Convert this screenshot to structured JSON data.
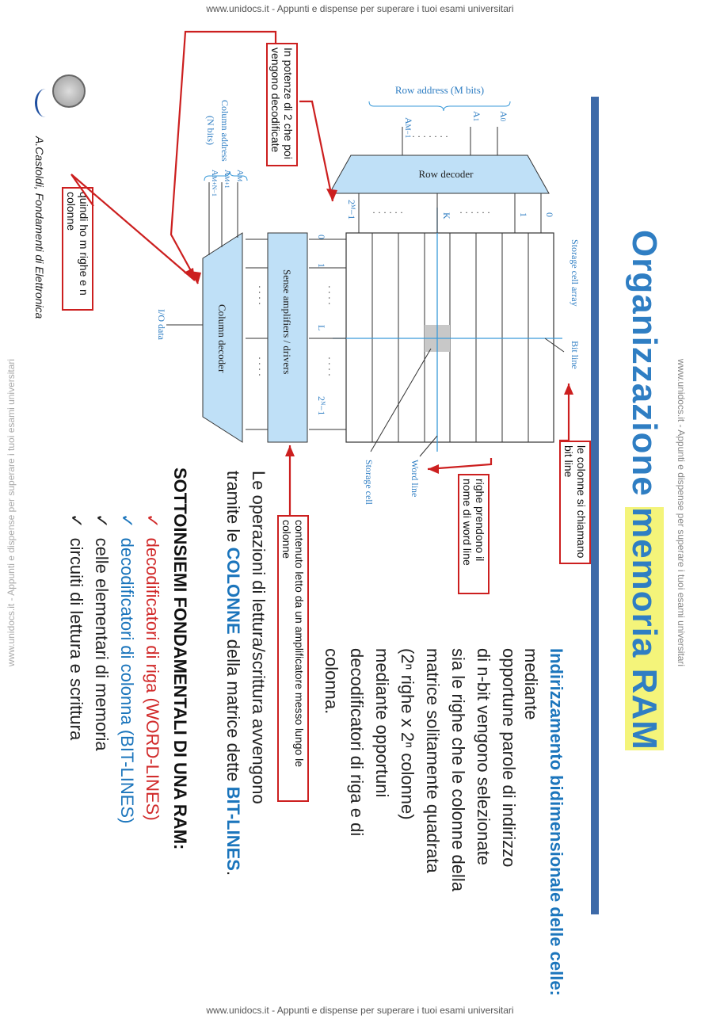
{
  "watermark": {
    "top": "www.unidocs.it - Appunti e dispense per superare i tuoi esami universitari",
    "bottom": "www.unidocs.it - Appunti e dispense per superare i tuoi esami universitari",
    "side": "www.unidocs.it - Appunti e dispense per superare i tuoi esami universitari"
  },
  "slide": {
    "title_part1": "Organizzazione",
    "title_part2": "memoria RAM",
    "para1_bold": "Indirizzamento bidimensionale delle celle:",
    "para1_lines": [
      "mediante",
      "opportune parole di indirizzo",
      "di n-bit vengono selezionate",
      "sia le righe che le colonne della",
      "matrice solitamente quadrata",
      "(2ⁿ righe x 2ⁿ colonne)",
      "mediante opportuni",
      "decodificatori di riga e di",
      "colonna."
    ],
    "para2_a": "Le operazioni di lettura/scrittura avvengono",
    "para2_b": "tramite le",
    "para2_c": "COLONNE",
    "para2_d": "della matrice dette",
    "para2_e": "BIT-LINES",
    "heading": "SOTTOINSIEMI FONDAMENTALI DI UNA RAM:",
    "list": [
      {
        "mark": "✓",
        "text": "decodificatori di riga (WORD-LINES)",
        "color": "red"
      },
      {
        "mark": "✓",
        "text": "decodificatori di colonna (BIT-LINES)",
        "color": "blue"
      },
      {
        "mark": "✓",
        "text": "celle elementari di memoria",
        "color": "black"
      },
      {
        "mark": "✓",
        "text": "circuiti di lettura e scrittura",
        "color": "black"
      }
    ],
    "footer": "A.Castoldi,  Fondamenti di Elettronica",
    "notes": {
      "potenze": "In potenze di 2 che poi vengono decodificate",
      "righe_colonne": "quindi ho m righe e n colonne",
      "bitline": "le colonne si chiamano bit line",
      "wordline": "righe prendono il nome di word line",
      "contenuto": "contenuto letto da un amplificatore messo lungo le colonne"
    }
  },
  "diagram": {
    "row_address": "Row address (M bits)",
    "a_m1": "A",
    "a_m1_sub": "M−1",
    "a1": "A",
    "a1_sub": "1",
    "a0": "A",
    "a0_sub": "0",
    "row_decoder": "Row decoder",
    "storage_cell_array": "Storage cell array",
    "bit_line": "Bit line",
    "word_line": "Word line",
    "storage_cell": "Storage cell",
    "sense_amps": "Sense amplifiers / drivers",
    "column_decoder": "Column decoder",
    "io_data": "I/O data",
    "column_address": "Column address",
    "n_bits": "(N bits)",
    "am": "A",
    "am_sub": "M",
    "am1": "A",
    "am1_sub": "M+1",
    "amn": "A",
    "amn_sub": "M+N−1",
    "row_labels": [
      "0",
      "1",
      "K",
      "2ᴹ−1"
    ],
    "col_labels": [
      "0",
      "1",
      "L",
      "2ᴺ−1"
    ],
    "dots": "· · · · · · ·"
  },
  "colors": {
    "accent": "#2f7ec3",
    "note_border": "#cc1f1f",
    "diagram_fill": "#bfe0f7",
    "divider": "#3d6aa8"
  }
}
